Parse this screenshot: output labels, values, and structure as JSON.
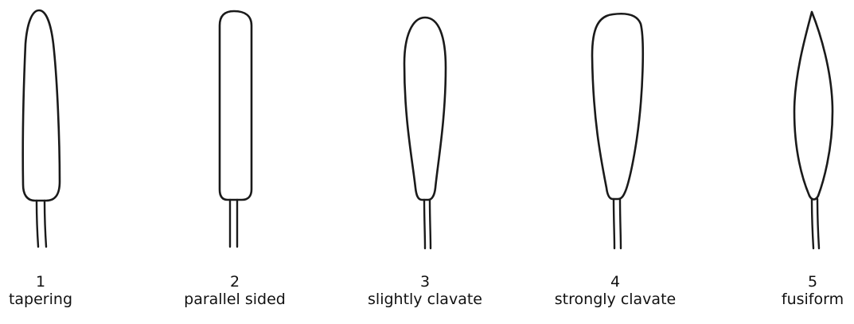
{
  "shapes": [
    {
      "number": "1",
      "name": "tapering"
    },
    {
      "number": "2",
      "name": "parallel sided"
    },
    {
      "number": "3",
      "name": "slightly clavate"
    },
    {
      "number": "4",
      "name": "strongly clavate"
    },
    {
      "number": "5",
      "name": "fusiform"
    }
  ],
  "colors": {
    "stroke": "#1a1a1a",
    "background": "#ffffff",
    "text": "#111111"
  }
}
